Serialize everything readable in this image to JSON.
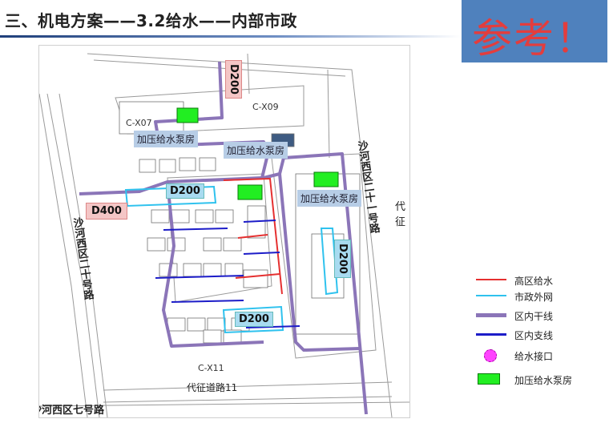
{
  "title": "三、机电方案——3.2给水——内部市政",
  "stamp": "参考！",
  "map": {
    "parcels": [
      "C-X09",
      "C-X07",
      "C-X11"
    ],
    "pump_room_label": "加压给水泵房",
    "pipe_tags": [
      "D200",
      "D200",
      "D400",
      "D200",
      "D200"
    ],
    "roads": [
      "沙河西区二十号路",
      "沙河西区二十一号路",
      "代征道路11",
      "沙河西区七号路",
      "代征"
    ]
  },
  "legend": {
    "items": [
      {
        "label": "高区给水",
        "color": "#e53030",
        "kind": "line"
      },
      {
        "label": "市政外网",
        "color": "#2fc2ee",
        "kind": "line"
      },
      {
        "label": "区内干线",
        "color": "#8b75b8",
        "kind": "thick"
      },
      {
        "label": "区内支线",
        "color": "#1c1cc8",
        "kind": "line"
      },
      {
        "label": "给水接口",
        "color": "#ff44ff",
        "kind": "dot"
      },
      {
        "label": "加压给水泵房",
        "color": "#22ee22",
        "kind": "box"
      }
    ]
  }
}
